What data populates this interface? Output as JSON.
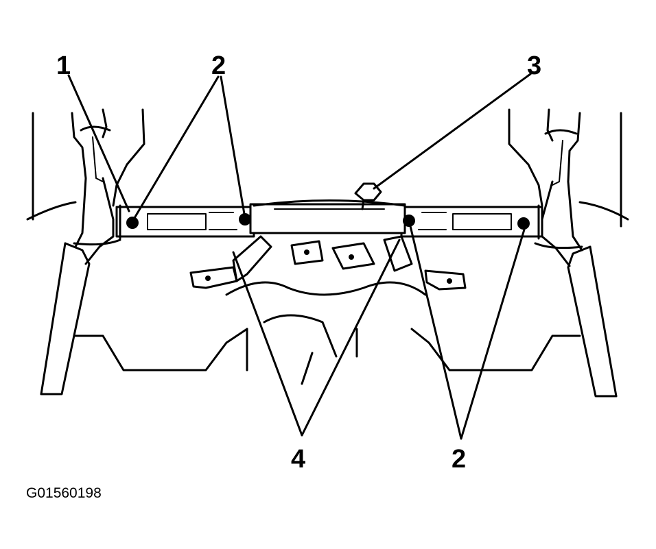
{
  "callouts": {
    "c1": "1",
    "c2_top": "2",
    "c3": "3",
    "c4": "4",
    "c2_bottom": "2"
  },
  "figure_code": "G01560198"
}
